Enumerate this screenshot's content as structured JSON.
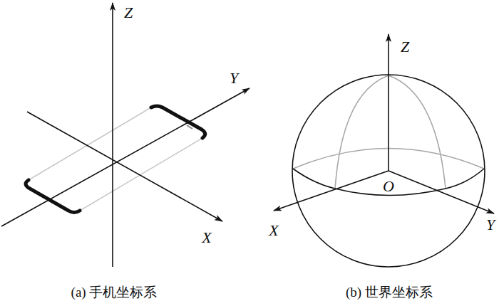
{
  "diagram": {
    "labels": [
      "Z",
      "Y",
      "X",
      "Z",
      "O",
      "X",
      "Y",
      "(a) 手机坐标系",
      "(b) 世界坐标系"
    ]
  }
}
